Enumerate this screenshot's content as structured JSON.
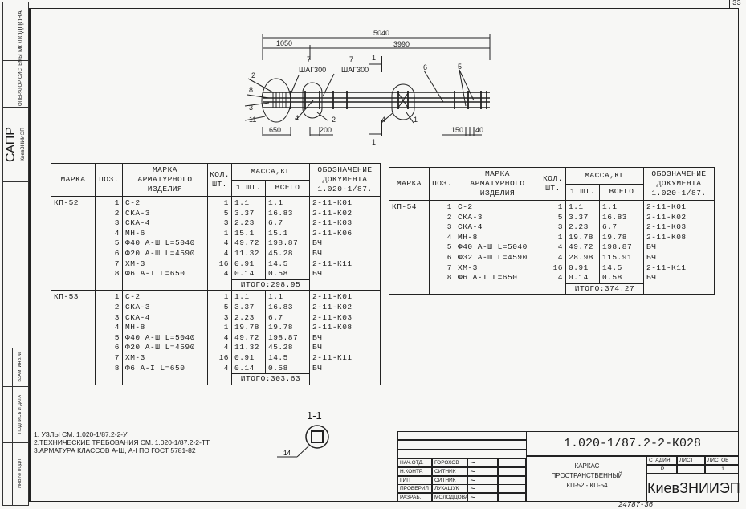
{
  "sheet_number": "33",
  "archive_number": "24787-36",
  "sidebar": {
    "sapr": "САПР",
    "org": "КиевЗНИИЭП",
    "operator_label": "ОПЕРАТОР СИСТЕМЫ",
    "operator_name": "МОЛОДЦОВА",
    "stamp_fields": [
      "ИНВ.№ ПОДЛ",
      "ПОДПИСЬ И ДАТА",
      "ВЗАМ. ИНВ.№"
    ]
  },
  "drawing": {
    "dims": {
      "total": "5040",
      "left": "1050",
      "right": "3990",
      "d650": "650",
      "d200": "200",
      "d150": "150",
      "d40": "40"
    },
    "labels": {
      "step1": "ШАГ300",
      "step2": "ШАГ300",
      "p7a": "7",
      "p7b": "7",
      "p2": "2",
      "p8": "8",
      "p3": "3",
      "p11": "11",
      "p4a": "4",
      "p2b": "2",
      "p4b": "4",
      "p1": "1",
      "p6": "6",
      "p5": "5",
      "cut_top": "1",
      "cut_bot": "1"
    },
    "section_title": "1-1",
    "section_pos": "14"
  },
  "table_headers": {
    "mark": "МАРКА",
    "pos": "ПОЗ.",
    "item": "МАРКА АРМАТУРНОГО ИЗДЕЛИЯ",
    "qty": "КОЛ. ШТ.",
    "mass": "МАССА,КГ",
    "unit": "1 ШТ.",
    "total": "ВСЕГО",
    "doc": "ОБОЗНАЧЕНИЕ ДОКУМЕНТА 1.020-1/87."
  },
  "tables": [
    {
      "groups": [
        {
          "mark": "КП-52",
          "total": "ИТОГО:298.95",
          "rows": [
            [
              "1",
              "С-2",
              "1",
              "1.1",
              "1.1",
              "2-11-К01"
            ],
            [
              "2",
              "СКА-3",
              "5",
              "3.37",
              "16.83",
              "2-11-К02"
            ],
            [
              "3",
              "СКА-4",
              "3",
              "2.23",
              "6.7",
              "2-11-К03"
            ],
            [
              "4",
              "МН-6",
              "1",
              "15.1",
              "15.1",
              "2-11-К06"
            ],
            [
              "5",
              "Φ40 А-Ш L=5040",
              "4",
              "49.72",
              "198.87",
              "БЧ"
            ],
            [
              "6",
              "Φ20 А-Ш L=4590",
              "4",
              "11.32",
              "45.28",
              "БЧ"
            ],
            [
              "7",
              "ХМ-3",
              "16",
              "0.91",
              "14.5",
              "2-11-К11"
            ],
            [
              "8",
              "Φ6 А-I L=650",
              "4",
              "0.14",
              "0.58",
              "БЧ"
            ]
          ]
        },
        {
          "mark": "КП-53",
          "total": "ИТОГО:303.63",
          "rows": [
            [
              "1",
              "С-2",
              "1",
              "1.1",
              "1.1",
              "2-11-К01"
            ],
            [
              "2",
              "СКА-3",
              "5",
              "3.37",
              "16.83",
              "2-11-К02"
            ],
            [
              "3",
              "СКА-4",
              "3",
              "2.23",
              "6.7",
              "2-11-К03"
            ],
            [
              "4",
              "МН-8",
              "1",
              "19.78",
              "19.78",
              "2-11-К08"
            ],
            [
              "5",
              "Φ40 А-Ш L=5040",
              "4",
              "49.72",
              "198.87",
              "БЧ"
            ],
            [
              "6",
              "Φ20 А-Ш L=4590",
              "4",
              "11.32",
              "45.28",
              "БЧ"
            ],
            [
              "7",
              "ХМ-3",
              "16",
              "0.91",
              "14.5",
              "2-11-К11"
            ],
            [
              "8",
              "Φ6 А-I L=650",
              "4",
              "0.14",
              "0.58",
              "БЧ"
            ]
          ]
        }
      ]
    },
    {
      "groups": [
        {
          "mark": "КП-54",
          "total": "ИТОГО:374.27",
          "rows": [
            [
              "1",
              "С-2",
              "1",
              "1.1",
              "1.1",
              "2-11-К01"
            ],
            [
              "2",
              "СКА-3",
              "5",
              "3.37",
              "16.83",
              "2-11-К02"
            ],
            [
              "3",
              "СКА-4",
              "3",
              "2.23",
              "6.7",
              "2-11-К03"
            ],
            [
              "4",
              "МН-8",
              "1",
              "19.78",
              "19.78",
              "2-11-К08"
            ],
            [
              "5",
              "Φ40 А-Ш L=5040",
              "4",
              "49.72",
              "198.87",
              "БЧ"
            ],
            [
              "6",
              "Φ32 А-Ш L=4590",
              "4",
              "28.98",
              "115.91",
              "БЧ"
            ],
            [
              "7",
              "ХМ-3",
              "16",
              "0.91",
              "14.5",
              "2-11-К11"
            ],
            [
              "8",
              "Φ6 А-I L=650",
              "4",
              "0.14",
              "0.58",
              "БЧ"
            ]
          ]
        }
      ]
    }
  ],
  "notes": [
    "1. УЗЛЫ СМ. 1.020-1/87.2-2-У",
    "2.ТЕХНИЧЕСКИЕ ТРЕБОВАНИЯ СМ. 1.020-1/87.2-2-ТТ",
    "3.АРМАТУРА КЛАССОВ А-Ш, А-I ПО ГОСТ 5781-82"
  ],
  "title_block": {
    "code": "1.020-1/87.2-2-К028",
    "title_lines": [
      "КАРКАС",
      "ПРОСТРАНСТВЕННЫЙ",
      "КП-52 - КП-54"
    ],
    "stage_label": "СТАДИЯ",
    "sheet_label": "ЛИСТ",
    "sheets_label": "ЛИСТОВ",
    "stage": "Р",
    "sheet": "",
    "sheets": "1",
    "org": "КиевЗНИИЭП",
    "signers": [
      {
        "role": "НАЧ.ОТД.",
        "name": "ГОРОХОВ"
      },
      {
        "role": "Н.КОНТР.",
        "name": "СИТНИК"
      },
      {
        "role": "ГИП",
        "name": "СИТНИК"
      },
      {
        "role": "ПРОВЕРИЛ",
        "name": "ЛУКАШУК"
      },
      {
        "role": "РАЗРАБ.",
        "name": "МОЛОДЦОВА"
      }
    ]
  }
}
